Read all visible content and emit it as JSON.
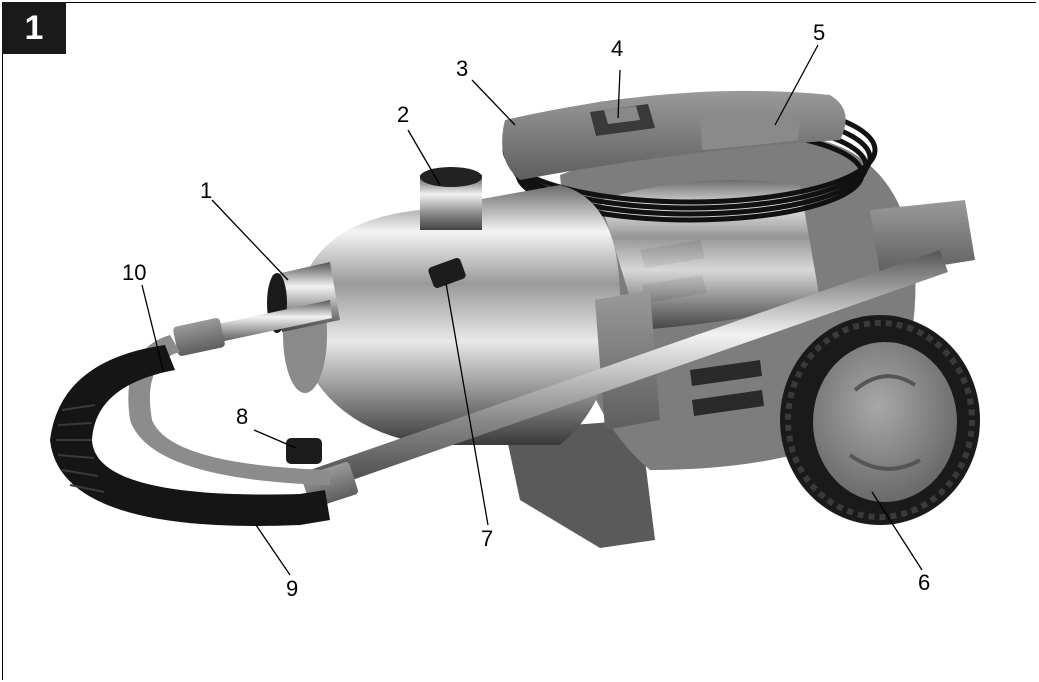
{
  "figure_number": "1",
  "callouts": [
    "1",
    "2",
    "3",
    "4",
    "5",
    "6",
    "7",
    "8",
    "9",
    "10"
  ]
}
